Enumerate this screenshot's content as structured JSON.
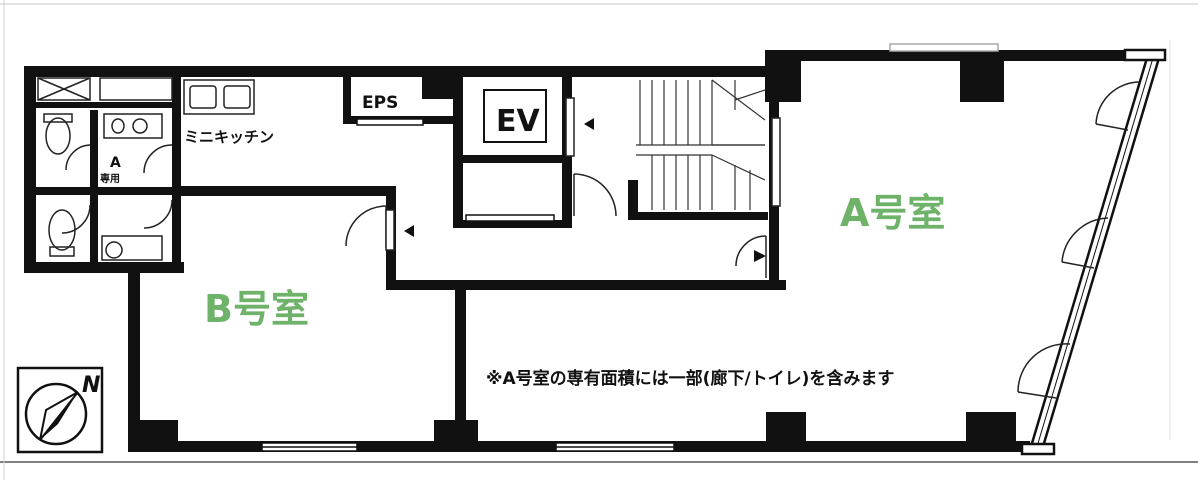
{
  "plan": {
    "rooms": {
      "room_a": "A号室",
      "room_b": "B号室"
    },
    "labels": {
      "mini_kitchen": "ミニキッチン",
      "eps": "EPS",
      "ev": "EV",
      "toilet_a": "A",
      "toilet_a_sub": "専用",
      "north": "N"
    },
    "note": "※A号室の専有面積には一部(廊下/トイレ)を含みます",
    "colors": {
      "wall": "#111111",
      "room_label": "#6fb36a",
      "line": "#222222"
    }
  }
}
